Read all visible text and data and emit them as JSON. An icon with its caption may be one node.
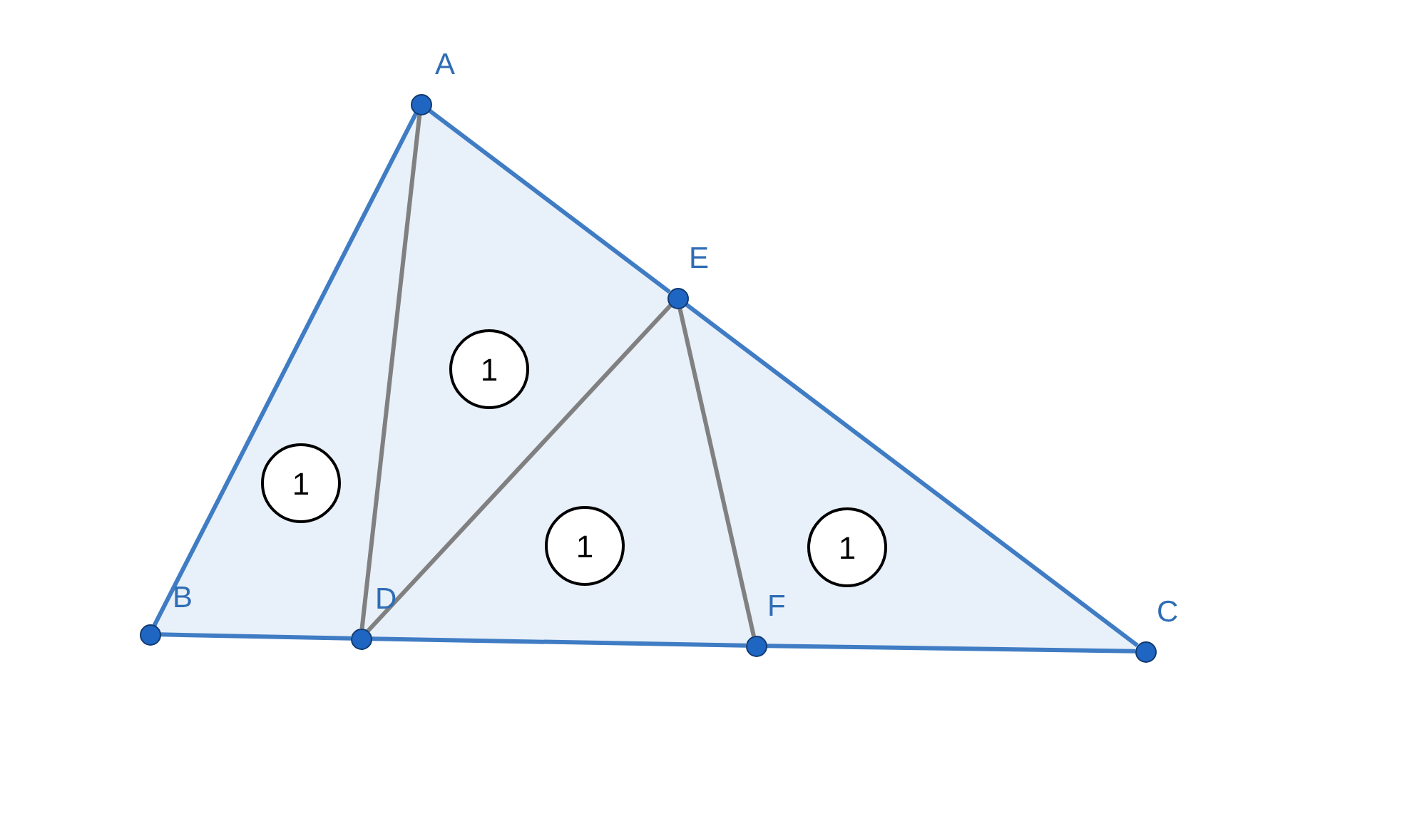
{
  "diagram": {
    "nodes": [
      {
        "text": [
          "A"
        ]
      },
      {
        "text": [
          "B"
        ]
      },
      {
        "text": [
          "C"
        ]
      },
      {
        "text": [
          "D"
        ]
      },
      {
        "text": [
          "E"
        ]
      },
      {
        "text": [
          "F"
        ]
      },
      {
        "text": [
          "1"
        ]
      },
      {
        "text": [
          "1"
        ]
      },
      {
        "text": [
          "1"
        ]
      },
      {
        "text": [
          "1"
        ]
      }
    ],
    "edges": [
      {
        "from": 0,
        "to": 1,
        "arrow": "none"
      },
      {
        "from": 1,
        "to": 3,
        "arrow": "none"
      },
      {
        "from": 3,
        "to": 5,
        "arrow": "none"
      },
      {
        "from": 5,
        "to": 2,
        "arrow": "none"
      },
      {
        "from": 2,
        "to": 4,
        "arrow": "none"
      },
      {
        "from": 4,
        "to": 0,
        "arrow": "none"
      },
      {
        "from": 0,
        "to": 3,
        "arrow": "none",
        "color": "#808080"
      },
      {
        "from": 3,
        "to": 4,
        "arrow": "none",
        "color": "#808080"
      },
      {
        "from": 4,
        "to": 5,
        "arrow": "none",
        "color": "#808080"
      }
    ]
  }
}
